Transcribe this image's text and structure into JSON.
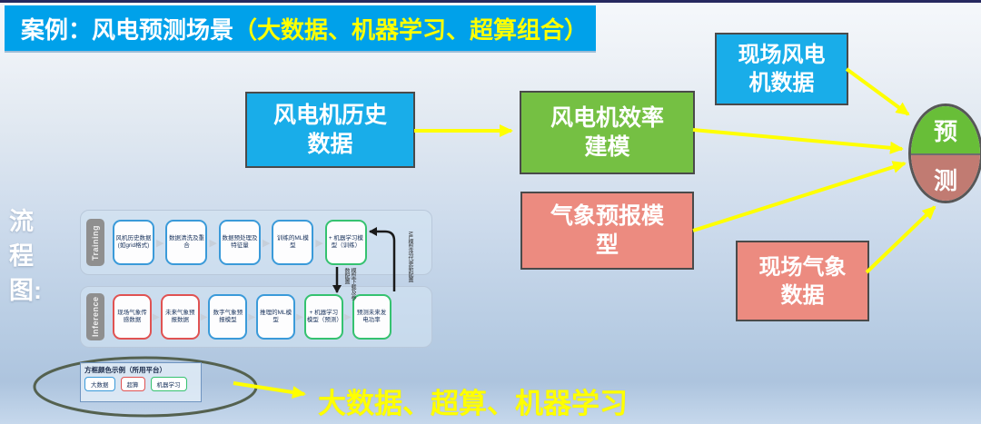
{
  "banner": {
    "title_main": "案例：风电预测场景",
    "title_highlight": "（大数据、机器学习、超算组合）"
  },
  "flow_label": "流程图:",
  "boxes": {
    "turbine_history": {
      "line1": "风电机历史",
      "line2": "数据"
    },
    "efficiency_model": {
      "line1": "风电机效率",
      "line2": "建模"
    },
    "site_turbine": {
      "line1": "现场风电",
      "line2": "机数据"
    },
    "weather_model": {
      "line1": "气象预报模",
      "line2": "型"
    },
    "site_weather": {
      "line1": "现场气象",
      "line2": "数据"
    }
  },
  "prediction_oval": {
    "top": "预",
    "bottom": "测"
  },
  "flowchart": {
    "training": {
      "label": "Training",
      "steps": [
        {
          "label": "风机历史数据 (如grid格式)",
          "type": "blue"
        },
        {
          "label": "数据清洗及重合",
          "type": "blue"
        },
        {
          "label": "数据预处理及特征量",
          "type": "blue"
        },
        {
          "label": "训练的ML模型",
          "type": "blue"
        },
        {
          "label": "+ 机器学习模型（训练）",
          "type": "green"
        }
      ]
    },
    "inference": {
      "label": "Inference",
      "steps": [
        {
          "label": "现场气象传感数据",
          "type": "red"
        },
        {
          "label": "未来气象预报数据",
          "type": "red"
        },
        {
          "label": "数字气象预报模型",
          "type": "blue"
        },
        {
          "label": "推理的ML模型",
          "type": "blue"
        },
        {
          "label": "+ 机器学习模型（预测）",
          "type": "green"
        },
        {
          "label": "预测未来发电功率",
          "type": "green"
        }
      ]
    },
    "annotations": {
      "download": "模型下载及参数配置",
      "update": "ML模型迭代更新配置"
    },
    "legend": {
      "title": "方框颜色示例（所用平台）",
      "items": [
        {
          "label": "大数据",
          "type": "blue"
        },
        {
          "label": "超算",
          "type": "red"
        },
        {
          "label": "机器学习",
          "type": "green"
        }
      ]
    }
  },
  "bottom_note": "大数据、超算、机器学习",
  "colors": {
    "banner": "#00a1ea",
    "blue_box": "#19ade9",
    "green_box": "#75c043",
    "pink_box": "#ec8b80",
    "oval_green": "#68be38",
    "oval_pink": "#c17b72",
    "arrow": "#ffff00",
    "highlight_text": "#ffff00"
  }
}
